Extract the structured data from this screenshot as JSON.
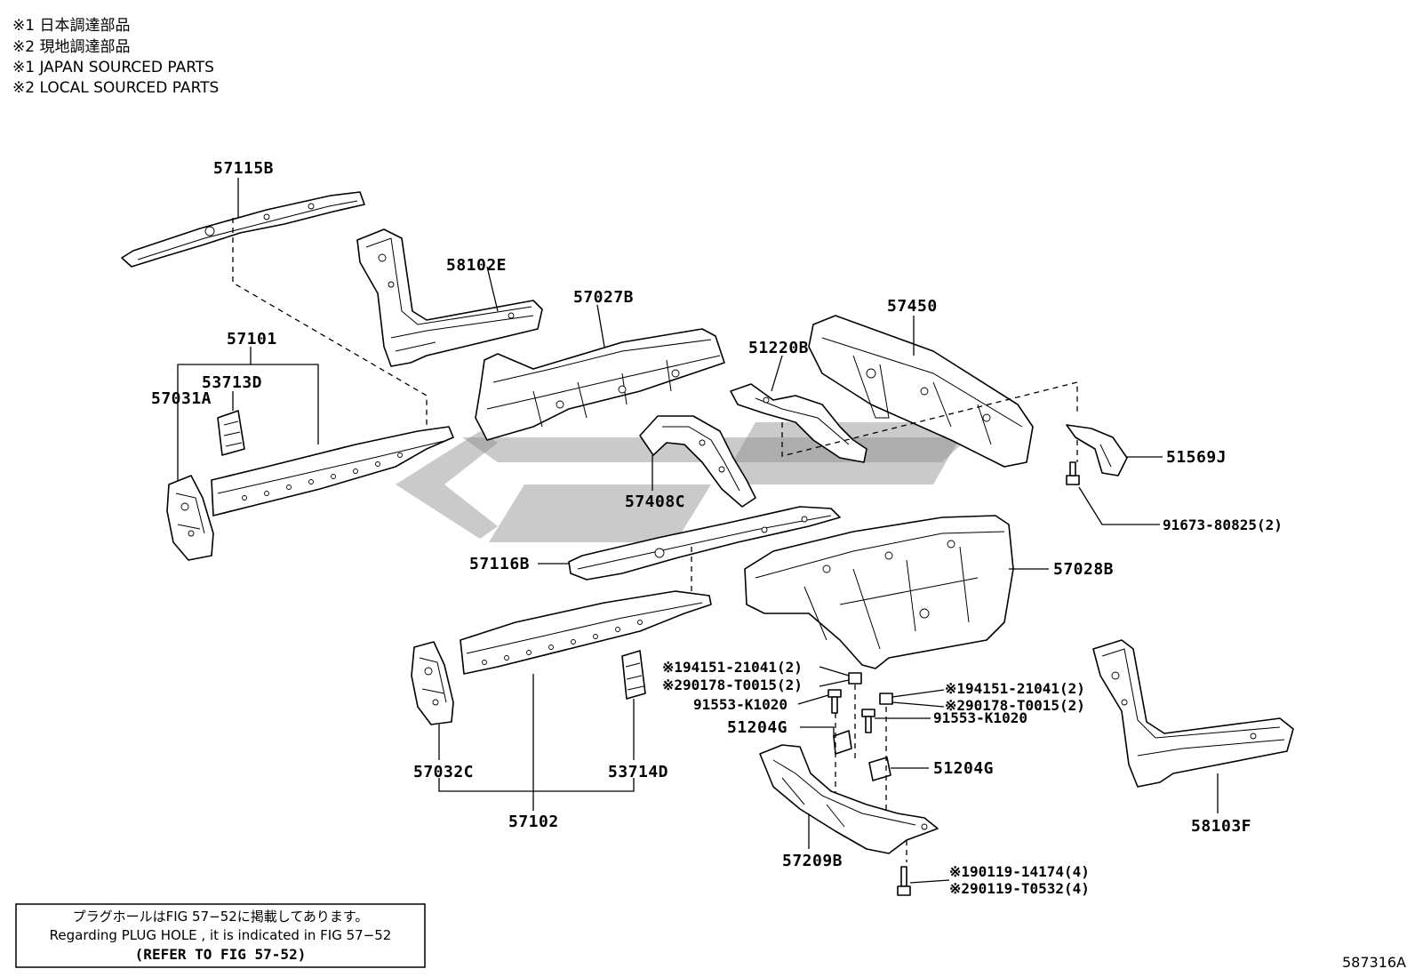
{
  "legend": {
    "line1": "※1 日本調達部品",
    "line2": "※2 現地調達部品",
    "line3": "※1 JAPAN SOURCED PARTS",
    "line4": "※2 LOCAL SOURCED PARTS"
  },
  "parts": {
    "p57115B": "57115B",
    "p58102E": "58102E",
    "p57027B": "57027B",
    "p57450": "57450",
    "p51220B": "51220B",
    "p57101": "57101",
    "p53713D": "53713D",
    "p57031A": "57031A",
    "p51569J": "51569J",
    "p91673": "91673-80825(2)",
    "p57408C": "57408C",
    "p57116B": "57116B",
    "p57028B": "57028B",
    "p94151_left": "※194151-21041(2)",
    "p90178_left": "※290178-T0015(2)",
    "p91553_left": "91553-K1020",
    "p51204G_left": "51204G",
    "p94151_right": "※194151-21041(2)",
    "p90178_right": "※290178-T0015(2)",
    "p91553_right": "91553-K1020",
    "p51204G_right": "51204G",
    "p57032C": "57032C",
    "p53714D": "53714D",
    "p57102": "57102",
    "p57209B": "57209B",
    "p58103F": "58103F",
    "p90119_1": "※190119-14174(4)",
    "p90119_2": "※290119-T0532(4)"
  },
  "note": {
    "line1": "プラグホールはFIG 57−52に掲載してあります。",
    "line2": "Regarding  PLUG  HOLE , it is indicated in FIG  57−52",
    "line3": "(REFER TO FIG 57-52)"
  },
  "figure_code": "587316A"
}
